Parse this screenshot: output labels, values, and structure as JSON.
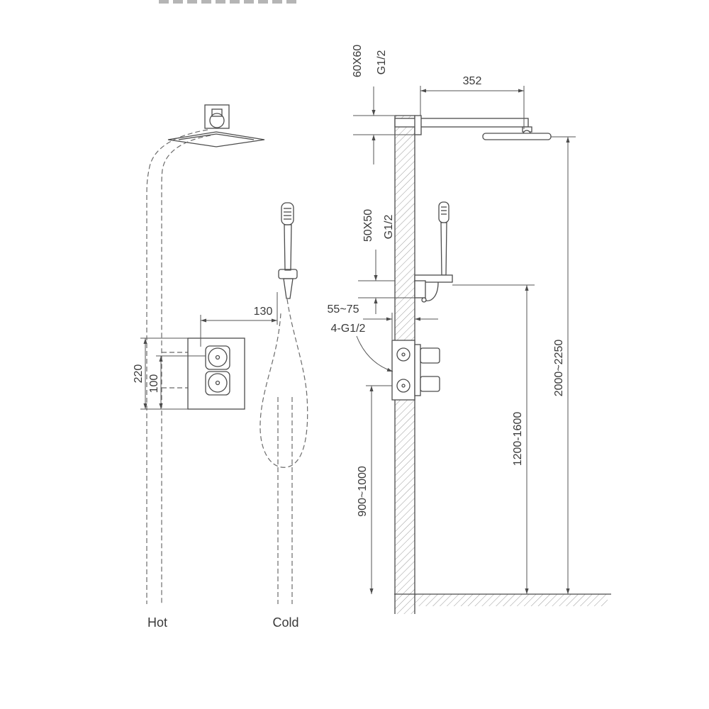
{
  "diagram": {
    "front_view": {
      "dim_width": "130",
      "dim_height_outer": "220",
      "dim_height_inner": "100",
      "label_hot": "Hot",
      "label_cold": "Cold"
    },
    "side_view": {
      "head_escutcheon": "60X60",
      "head_thread": "G1/2",
      "arm_length": "352",
      "hand_escutcheon": "50X50",
      "hand_thread": "G1/2",
      "valve_depth": "55~75",
      "valve_connections": "4-G1/2",
      "valve_height": "900~1000",
      "hand_height": "1200-1600",
      "head_height": "2000~2250"
    }
  }
}
